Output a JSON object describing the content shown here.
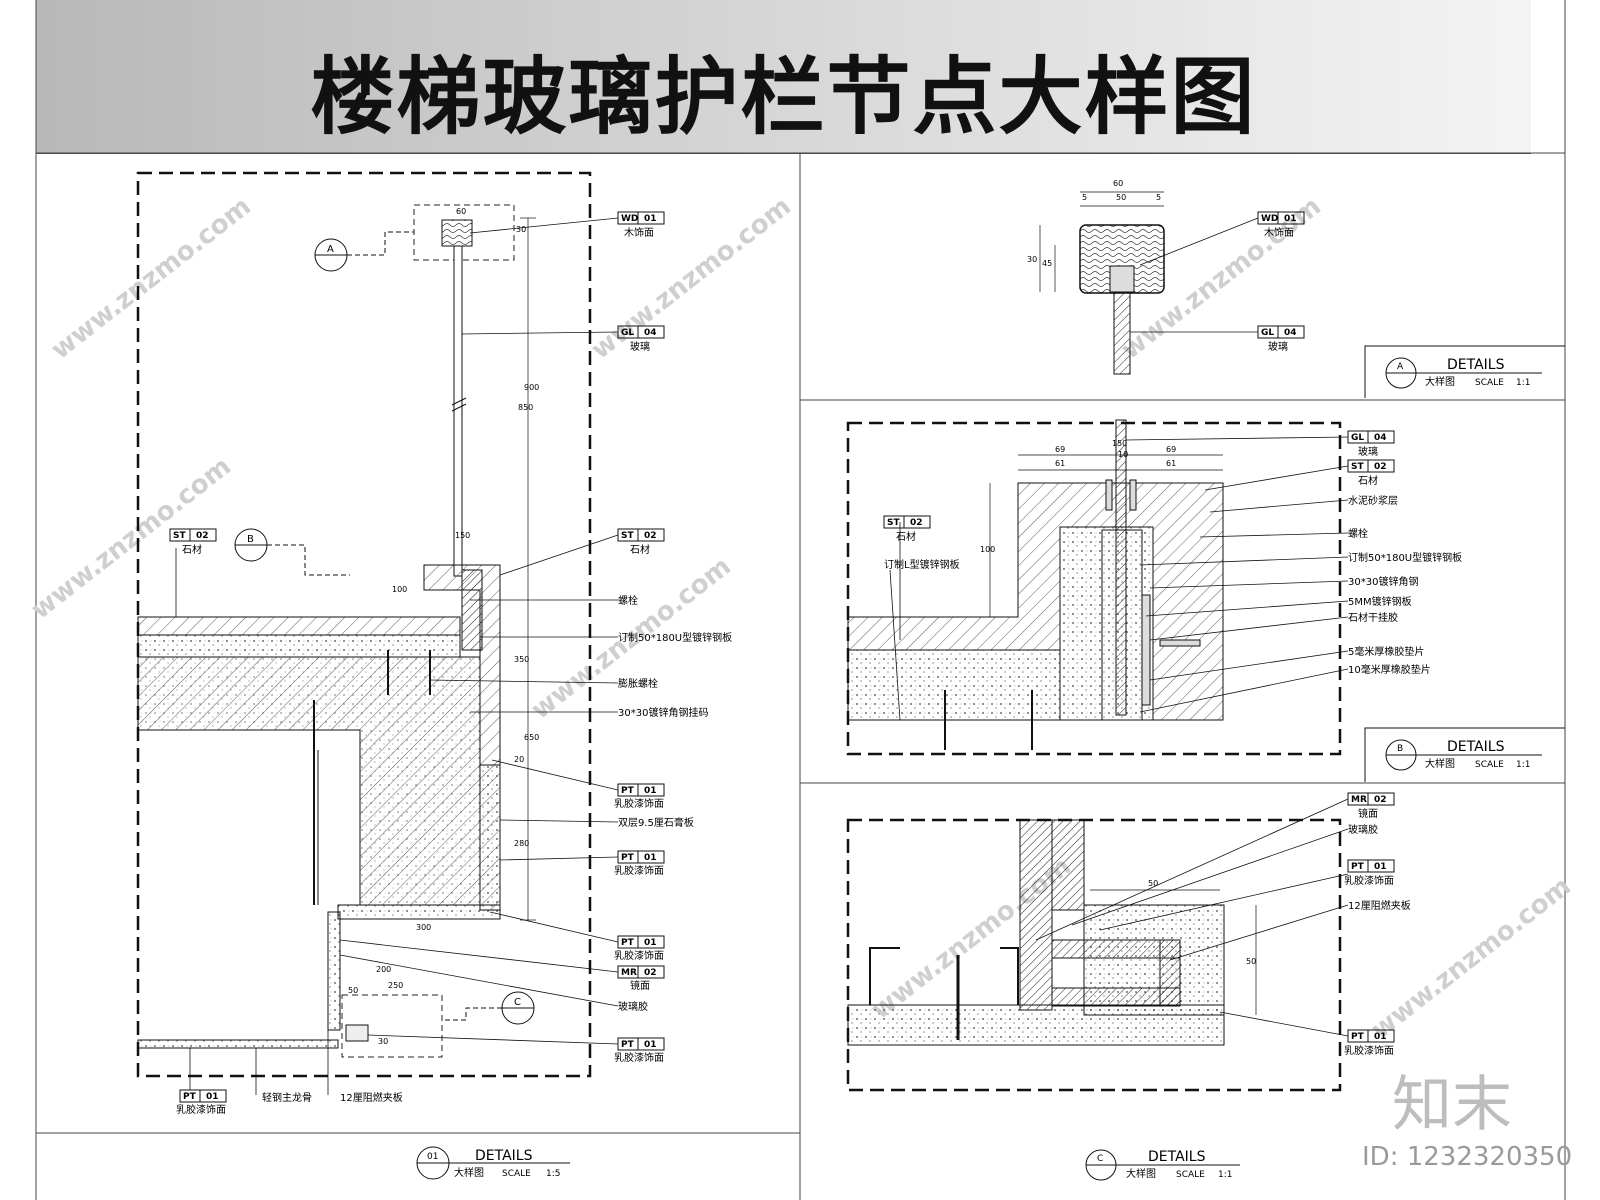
{
  "title": "楼梯玻璃护栏节点大样图",
  "details": {
    "d01": {
      "marker": "01",
      "label": "DETAILS",
      "sub": "大样图",
      "scale_label": "SCALE",
      "scale": "1:5"
    },
    "dA": {
      "marker": "A",
      "label": "DETAILS",
      "sub": "大样图",
      "scale_label": "SCALE",
      "scale": "1:1"
    },
    "dB": {
      "marker": "B",
      "label": "DETAILS",
      "sub": "大样图",
      "scale_label": "SCALE",
      "scale": "1:1"
    },
    "dC": {
      "marker": "C",
      "label": "DETAILS",
      "sub": "大样图",
      "scale_label": "SCALE",
      "scale": "1:1"
    }
  },
  "refs": {
    "a": "A",
    "b": "B",
    "c": "C"
  },
  "tags": {
    "wd01": {
      "code": "WD",
      "num": "01",
      "text": "木饰面"
    },
    "gl04": {
      "code": "GL",
      "num": "04",
      "text": "玻璃"
    },
    "st02": {
      "code": "ST",
      "num": "02",
      "text": "石材"
    },
    "pt01": {
      "code": "PT",
      "num": "01",
      "text": "乳胶漆饰面"
    },
    "mr02": {
      "code": "MR",
      "num": "02",
      "text": "镜面"
    }
  },
  "notes": {
    "bolt": "螺栓",
    "u_plate": "订制50*180U型镀锌钢板",
    "exp_bolt": "膨胀螺栓",
    "angle_hanger": "30*30镀锌角钢挂码",
    "gypsum": "双层9.5厘石膏板",
    "glass_glue": "玻璃胶",
    "keel": "轻钢主龙骨",
    "fire_board": "12厘阻燃夹板",
    "mortar": "水泥砂浆层",
    "angle_steel": "30*30镀锌角钢",
    "steel_5mm": "5MM镀锌钢板",
    "stone_glue": "石材干挂胶",
    "rubber5": "5毫米厚橡胶垫片",
    "rubber10": "10毫米厚橡胶垫片",
    "l_plate": "订制L型镀锌钢板"
  },
  "dims": {
    "d60": "60",
    "d30": "30",
    "d900": "900",
    "d850": "850",
    "d150": "150",
    "d100": "100",
    "d350": "350",
    "d650": "650",
    "d20": "20",
    "d280": "280",
    "d300": "300",
    "d200": "200",
    "d250": "250",
    "d50": "50",
    "d5": "5",
    "d45": "45",
    "d69": "69",
    "d61": "61",
    "d10": "10"
  },
  "watermark": "www.znzmo.com",
  "brand": "知末",
  "image_id": "ID: 1232320350"
}
